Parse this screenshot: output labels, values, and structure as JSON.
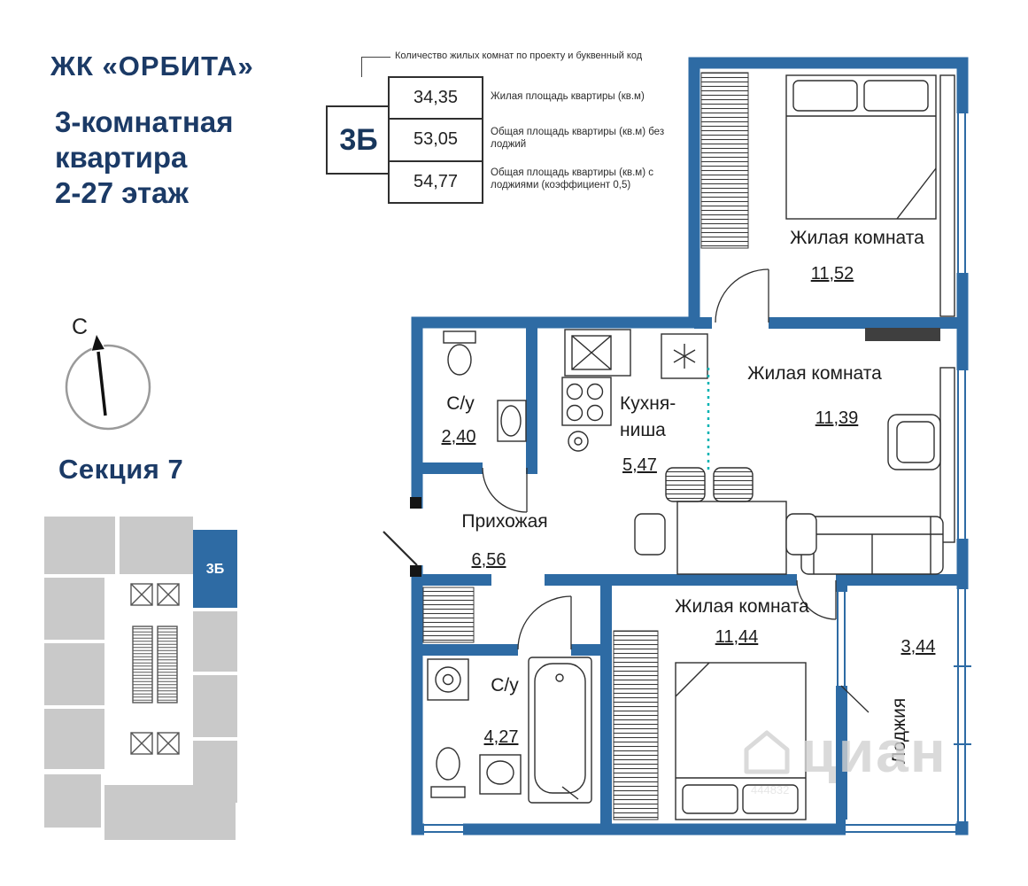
{
  "header": {
    "complex_name": "ЖК «ОРБИТА»",
    "line1": "3-комнатная",
    "line2": "квартира",
    "line3": "2-27 этаж"
  },
  "spec": {
    "code": "3Б",
    "bracket_label": "Количество жилых комнат по проекту и буквенный код",
    "rows": [
      {
        "value": "34,35",
        "desc": "Жилая площадь квартиры (кв.м)"
      },
      {
        "value": "53,05",
        "desc": "Общая площадь квартиры (кв.м) без лоджий"
      },
      {
        "value": "54,77",
        "desc": "Общая площадь квартиры (кв.м) с лоджиями (коэффициент 0,5)"
      }
    ]
  },
  "compass": {
    "north": "С"
  },
  "section": {
    "title": "Секция 7",
    "block_label": "3Б"
  },
  "plan": {
    "bedroom_top": {
      "name": "Жилая комната",
      "area": "11,52"
    },
    "living": {
      "name": "Жилая комната",
      "area": "11,39"
    },
    "kitchen": {
      "line1": "Кухня-",
      "line2": "ниша",
      "area": "5,47"
    },
    "bath_small": {
      "name": "С/у",
      "area": "2,40"
    },
    "hall": {
      "name": "Прихожая",
      "area": "6,56"
    },
    "bedroom_bottom": {
      "name": "Жилая комната",
      "area": "11,44"
    },
    "bath_big": {
      "name": "С/у",
      "area": "4,27"
    },
    "loggia": {
      "name": "Лоджия",
      "area": "3,44"
    }
  },
  "watermark": {
    "brand": "циан",
    "id": "444832"
  },
  "colors": {
    "wall_blue": "#2e6ba4",
    "navy": "#1b3a66",
    "teal": "#00b2b2",
    "block_gray": "#c9c9c9"
  }
}
